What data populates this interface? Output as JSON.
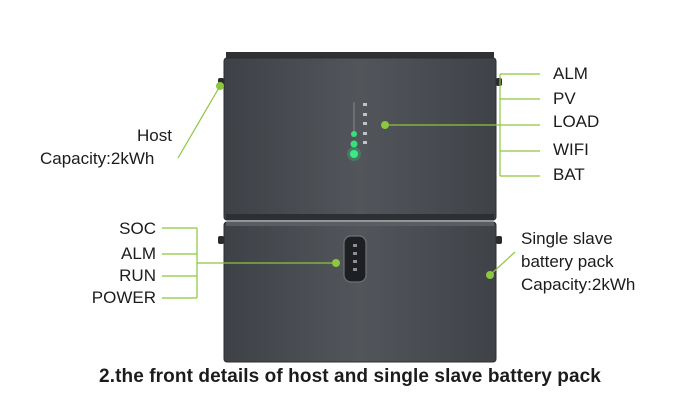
{
  "host_label": {
    "line1": "Host",
    "line2": "Capacity:2kWh"
  },
  "host_indicators": [
    "ALM",
    "PV",
    "LOAD",
    "WIFI",
    "BAT"
  ],
  "slave_indicators": [
    "SOC",
    "ALM",
    "RUN",
    "POWER"
  ],
  "slave_label": {
    "line1": "Single slave",
    "line2": "battery pack",
    "line3": "Capacity:2kWh"
  },
  "caption": "2.the front details of host and single slave battery pack",
  "colors": {
    "accent": "#8dc63f",
    "led": "#37e07a",
    "device": "#4a4d52"
  }
}
